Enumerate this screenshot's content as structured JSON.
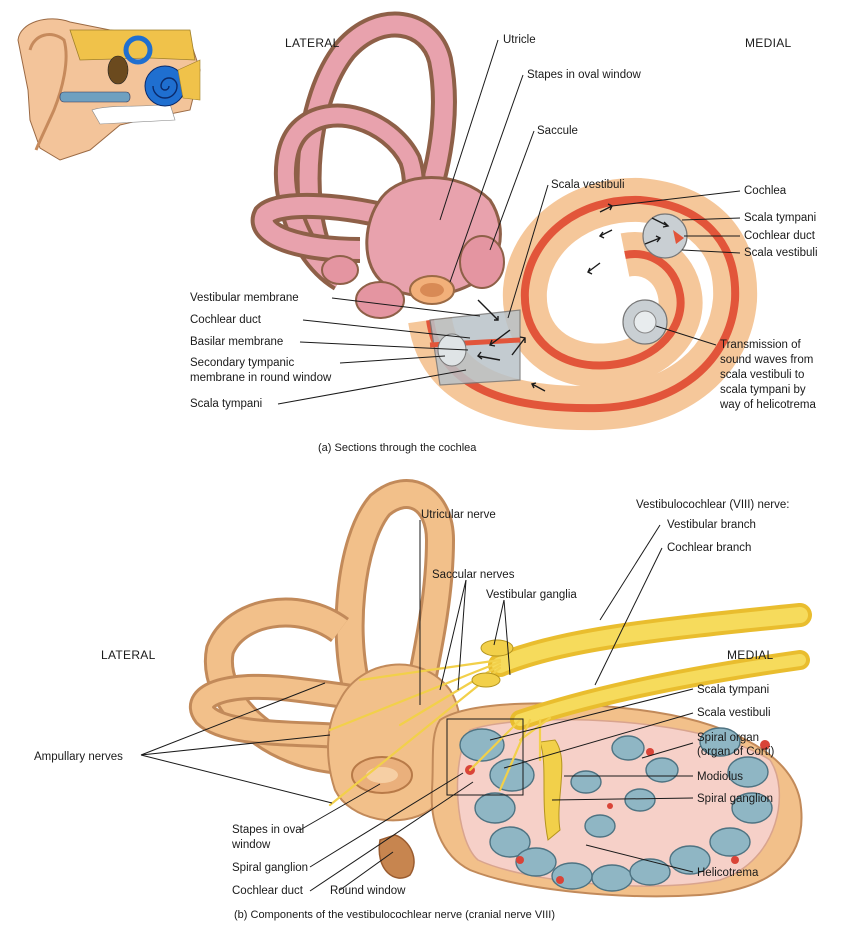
{
  "panel_a": {
    "side_left": "LATERAL",
    "side_right": "MEDIAL",
    "labels": {
      "utricle": "Utricle",
      "stapes": "Stapes in oval window",
      "saccule": "Saccule",
      "scala_vestibuli_top": "Scala vestibuli",
      "cochlea": "Cochlea",
      "scala_tympani_right": "Scala tympani",
      "cochlear_duct_right": "Cochlear duct",
      "scala_vestibuli_right": "Scala vestibuli",
      "vestibular_membrane": "Vestibular membrane",
      "cochlear_duct_left": "Cochlear duct",
      "basilar_membrane": "Basilar membrane",
      "secondary_tympanic_1": "Secondary tympanic",
      "secondary_tympanic_2": "membrane in round window",
      "scala_tympani_left": "Scala tympani",
      "transmission_1": "Transmission of",
      "transmission_2": "sound waves from",
      "transmission_3": "scala vestibuli to",
      "transmission_4": "scala tympani by",
      "transmission_5": "way of helicotrema"
    },
    "caption": "(a) Sections through the cochlea"
  },
  "panel_b": {
    "side_left": "LATERAL",
    "side_right": "MEDIAL",
    "labels": {
      "utricular_nerve": "Utricular nerve",
      "saccular_nerves": "Saccular nerves",
      "vestibular_ganglia": "Vestibular ganglia",
      "viii_nerve": "Vestibulocochlear (VIII) nerve:",
      "vestibular_branch": "Vestibular branch",
      "cochlear_branch": "Cochlear branch",
      "ampullary_nerves": "Ampullary nerves",
      "scala_tympani": "Scala tympani",
      "scala_vestibuli": "Scala vestibuli",
      "spiral_organ_1": "Spiral organ",
      "spiral_organ_2": "(organ of Corti)",
      "modiolus": "Modiolus",
      "spiral_ganglion_right": "Spiral ganglion",
      "helicotrema": "Helicotrema",
      "stapes_1": "Stapes in oval",
      "stapes_2": "window",
      "spiral_ganglion_left": "Spiral ganglion",
      "cochlear_duct": "Cochlear duct",
      "round_window": "Round window"
    },
    "caption": "(b) Components of the vestibulocochlear nerve (cranial nerve VIII)"
  },
  "colors": {
    "membranous_pink": "#e8a2ad",
    "bony_tan": "#f2c08a",
    "duct_red": "#e2553a",
    "nerve_yellow": "#f2d04a",
    "scala_blue": "#8fb6c4",
    "ear_blue": "#1f6fd0"
  }
}
